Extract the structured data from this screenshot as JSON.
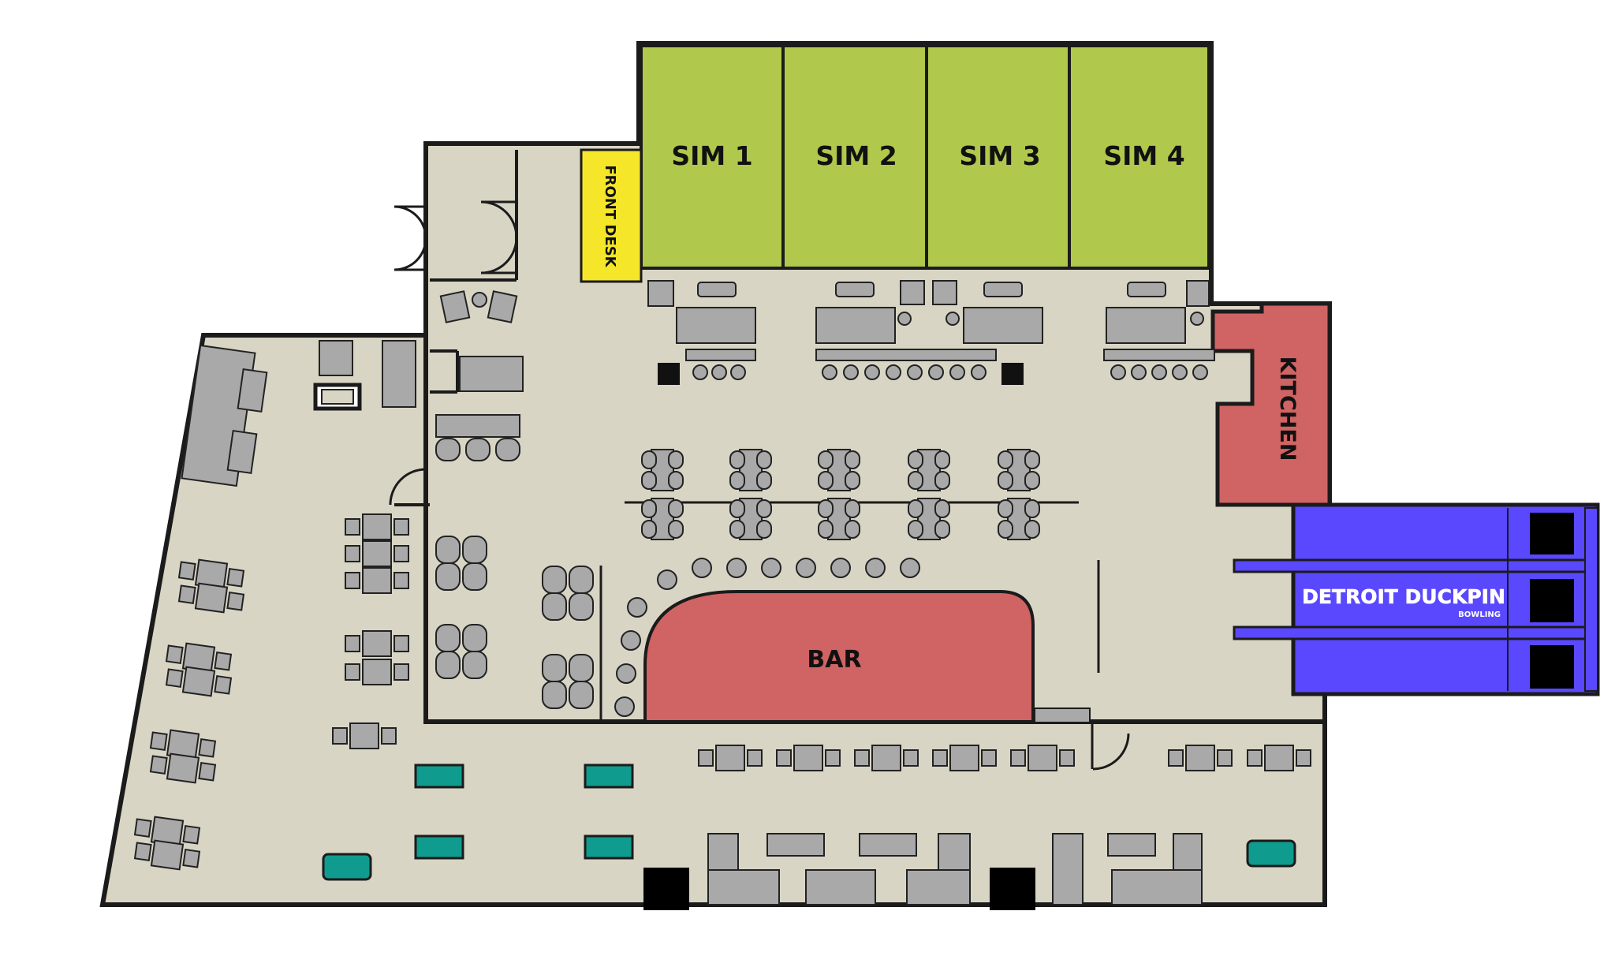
{
  "colors": {
    "floor": "#d9d5c5",
    "wall": "#1b1b1b",
    "sim": "#b0c84b",
    "front_desk": "#f6e629",
    "kitchen": "#d06363",
    "bar": "#d06363",
    "bowling": "#5a48ff",
    "furniture": "#a9a9a9",
    "teal": "#0f9b8e",
    "black": "#000000"
  },
  "rooms": {
    "sim1": "SIM 1",
    "sim2": "SIM 2",
    "sim3": "SIM 3",
    "sim4": "SIM 4",
    "front_desk": "FRONT DESK",
    "kitchen": "KITCHEN",
    "bar": "BAR"
  },
  "bowling": {
    "logo_main": "DETROIT DUCKPIN",
    "logo_sub": "BOWLING",
    "icon": "bowling-lanes-icon"
  },
  "icons": {
    "table": "table-icon",
    "chair": "chair-icon",
    "sofa": "sofa-icon",
    "stool": "stool-icon",
    "door": "door-icon",
    "pool_table": "pool-table-icon"
  }
}
